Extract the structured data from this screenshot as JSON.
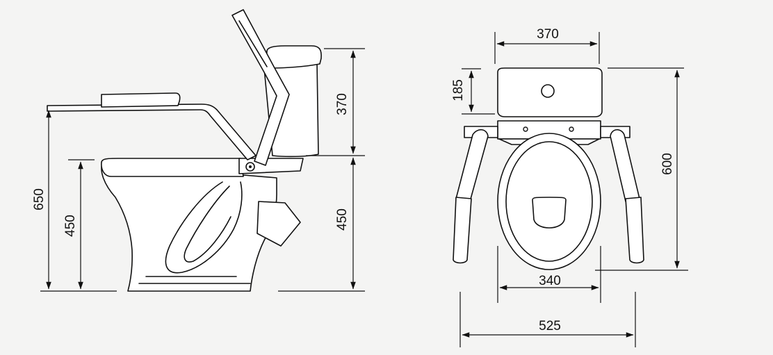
{
  "side_view": {
    "tank_height": "370",
    "bowl_height_right": "450",
    "bowl_height_left": "450",
    "armrest_height": "650"
  },
  "front_view": {
    "tank_width": "370",
    "tank_height": "185",
    "overall_height": "600",
    "bowl_width": "340",
    "overall_width": "525"
  }
}
